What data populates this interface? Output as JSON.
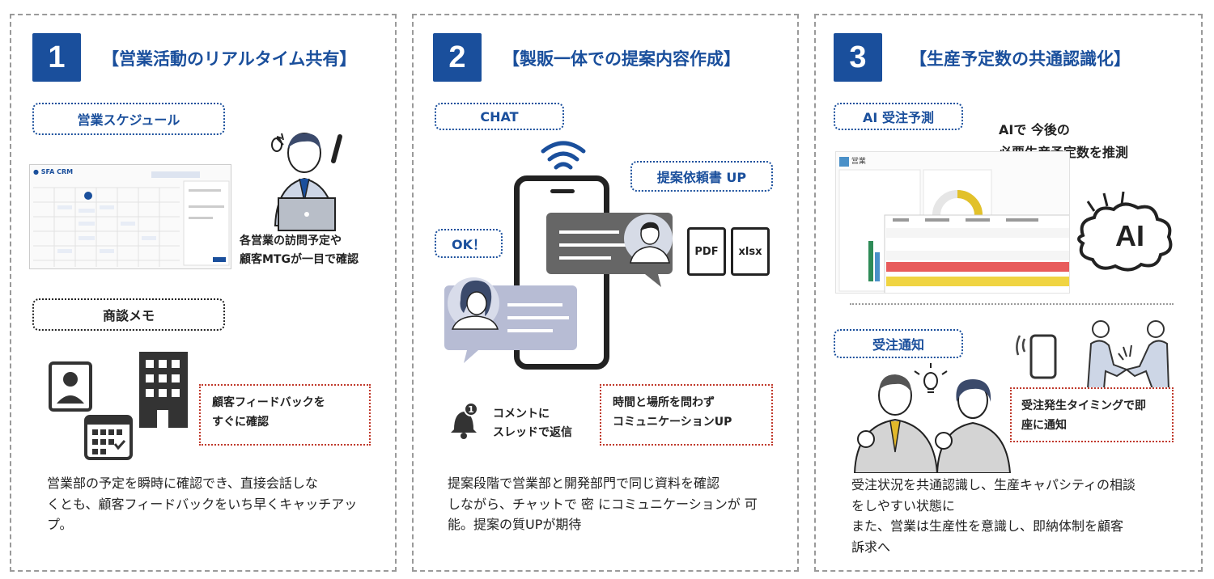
{
  "panels": [
    {
      "num": "1",
      "title": "【営業活動のリアルタイム共有】",
      "label1": "営業スケジュール",
      "schedule_note_1": "各営業の訪問予定や",
      "schedule_note_2": "顧客MTGが一目で確認",
      "crm_logo": "SFA CRM",
      "label2": "商談メモ",
      "feedback_1": "顧客フィードバックを",
      "feedback_2": "すぐに確認",
      "desc_1": "営業部の予定を瞬時に確認でき、直接会話しな",
      "desc_2": "くとも、顧客フィードバックをいち早くキャッチアッ",
      "desc_3": "プ。"
    },
    {
      "num": "2",
      "title": "【製販一体での提案内容作成】",
      "chat": "CHAT",
      "ok": "OK！",
      "upload": "提案依頼書 UP",
      "pdf": "PDF",
      "xlsx": "xlsx",
      "bell_count": "1",
      "comment_1": "コメントに",
      "comment_2": "スレッドで返信",
      "note_1": "時間と場所を問わず",
      "note_2": "コミュニケーションUP",
      "desc_1": "提案段階で営業部と開発部門で同じ資料を確認",
      "desc_2": "しながら、チャットで 密 にコミュニケーションが 可",
      "desc_3": "能。提案の質UPが期待"
    },
    {
      "num": "3",
      "title": "【生産予定数の共通認識化】",
      "label1": "AI 受注予測",
      "ai_text_1": "AIで 今後の",
      "ai_text_2": "必要生産予定数を推測",
      "ai_cloud": "AI",
      "dash_title": "営業",
      "label2": "受注通知",
      "notify_1": "受注発生タイミングで即",
      "notify_2": "座に通知",
      "desc_1": "受注状況を共通認識し、生産キャパシティの相談",
      "desc_2": "をしやすい状態に",
      "desc_3": "また、営業は生産性を意識し、即納体制を顧客",
      "desc_4": "訴求へ"
    }
  ],
  "colors": {
    "accent": "#1a4f9c",
    "note_border": "#c0392b"
  }
}
